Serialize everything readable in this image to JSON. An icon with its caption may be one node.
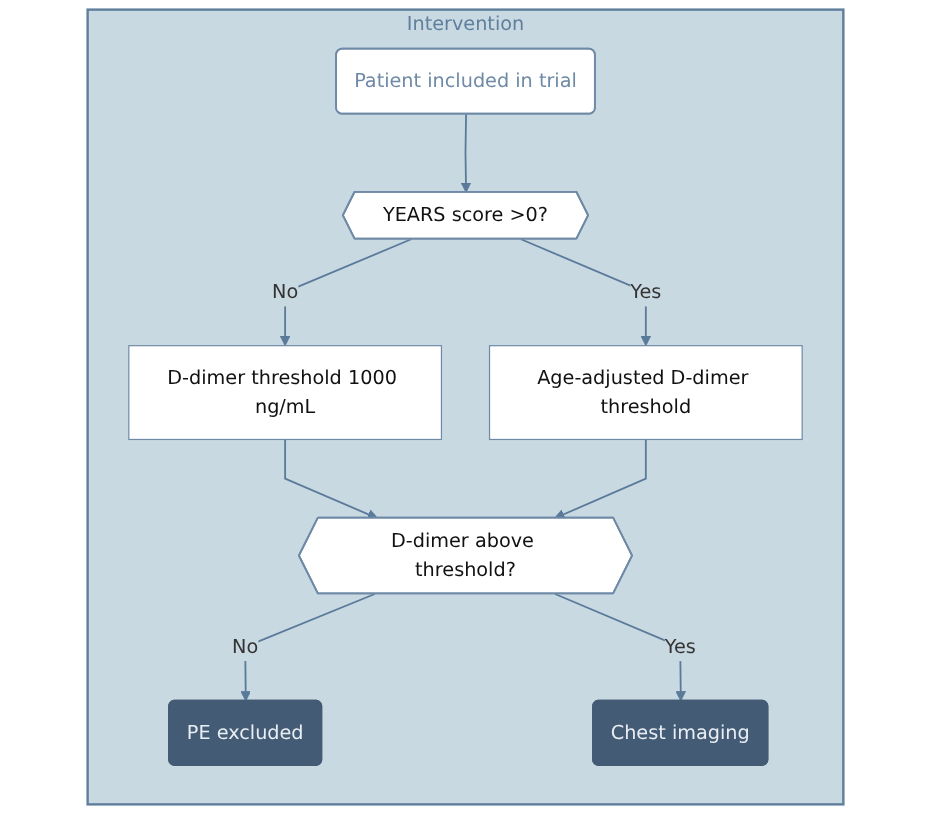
{
  "diagram": {
    "nodes": [
      {
        "text": [
          "Intervention"
        ]
      },
      {
        "text": [
          "Patient included in trial"
        ],
        "in": 0
      },
      {
        "text": [
          "YEARS score >0?"
        ],
        "in": 0
      },
      {
        "text": [
          "D-dimer threshold 1000 ng/mL"
        ],
        "in": 0
      },
      {
        "text": [
          "Age-adjusted D-dimer threshold"
        ],
        "in": 0
      },
      {
        "text": [
          "D-dimer above threshold?"
        ],
        "in": 0
      },
      {
        "text": [
          "PE excluded"
        ],
        "in": 0
      },
      {
        "text": [
          "Chest imaging"
        ],
        "in": 0
      }
    ],
    "edges": [
      {
        "from": 1,
        "to": 2,
        "arrow": "to"
      },
      {
        "from": 2,
        "to": 3,
        "arrow": "to",
        "label": "No"
      },
      {
        "from": 2,
        "to": 4,
        "arrow": "to",
        "label": "Yes"
      },
      {
        "from": 3,
        "to": 5,
        "arrow": "to"
      },
      {
        "from": 4,
        "to": 5,
        "arrow": "to"
      },
      {
        "from": 5,
        "to": 6,
        "arrow": "to",
        "label": "No"
      },
      {
        "from": 5,
        "to": 7,
        "arrow": "to",
        "label": "Yes"
      }
    ]
  }
}
